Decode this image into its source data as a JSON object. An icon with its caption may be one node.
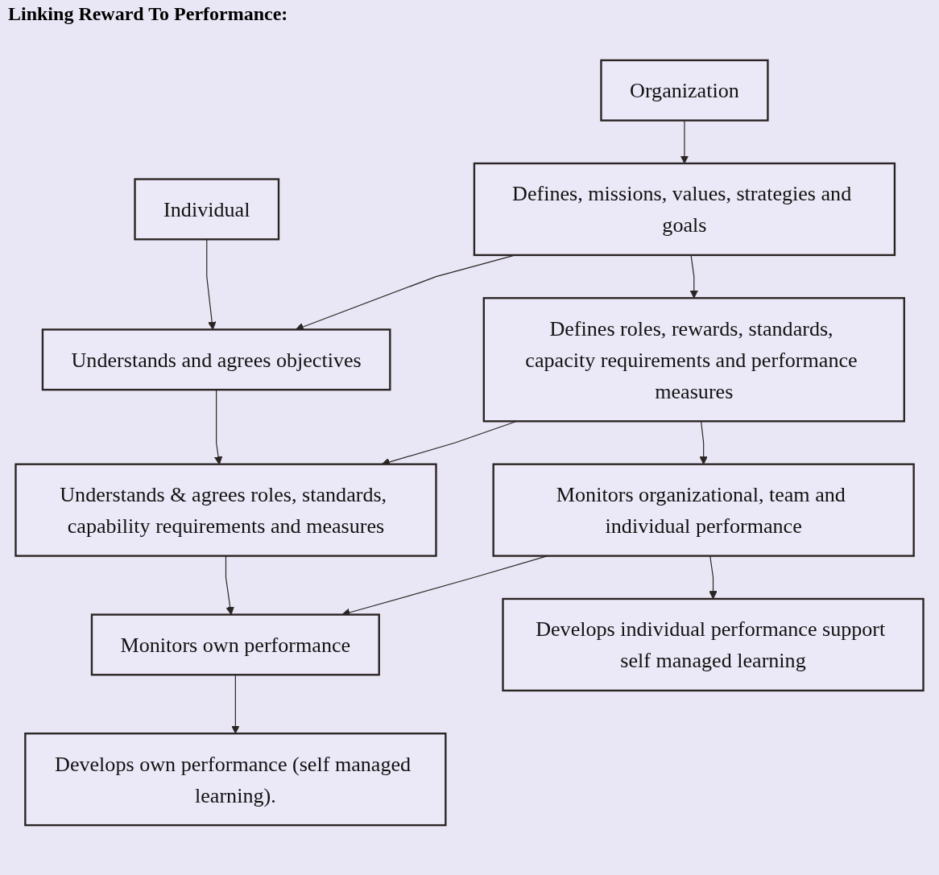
{
  "diagram": {
    "title": "Linking Reward To Performance:",
    "nodes": [
      {
        "text": [
          "Organization"
        ]
      },
      {
        "text": [
          "Individual"
        ]
      },
      {
        "text": [
          "Defines, missions, values, strategies and goals"
        ]
      },
      {
        "text": [
          "Understands and agrees objectives"
        ]
      },
      {
        "text": [
          "Defines roles, rewards, standards, capacity requirements and performance measures"
        ]
      },
      {
        "text": [
          "Understands & agrees roles, standards, capability requirements and measures"
        ]
      },
      {
        "text": [
          "Monitors organizational, team and individual performance"
        ]
      },
      {
        "text": [
          "Monitors own performance"
        ]
      },
      {
        "text": [
          "Develops individual performance support self managed learning"
        ]
      },
      {
        "text": [
          "Develops own performance (self managed learning)."
        ]
      }
    ],
    "edges": [
      {
        "from": 0,
        "to": 2,
        "arrow": "to"
      },
      {
        "from": 1,
        "to": 3,
        "arrow": "to"
      },
      {
        "from": 2,
        "to": 3,
        "arrow": "to"
      },
      {
        "from": 2,
        "to": 4,
        "arrow": "to"
      },
      {
        "from": 3,
        "to": 5,
        "arrow": "to"
      },
      {
        "from": 4,
        "to": 5,
        "arrow": "to"
      },
      {
        "from": 4,
        "to": 6,
        "arrow": "to"
      },
      {
        "from": 5,
        "to": 7,
        "arrow": "to"
      },
      {
        "from": 6,
        "to": 7,
        "arrow": "to"
      },
      {
        "from": 6,
        "to": 8,
        "arrow": "to"
      },
      {
        "from": 7,
        "to": 9,
        "arrow": "to"
      }
    ]
  }
}
